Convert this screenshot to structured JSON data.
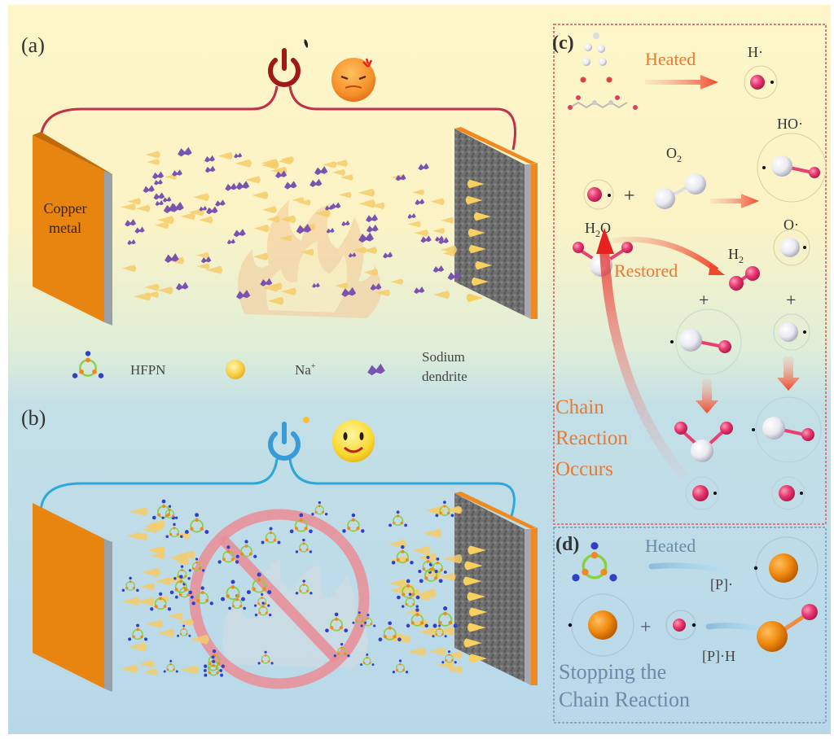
{
  "panels": {
    "a": {
      "label": "(a)",
      "electrode_left_text_line1": "Copper",
      "electrode_left_text_line2": "metal",
      "switch_color": "#a01818",
      "wire_color": "#c03048",
      "emoji": "angry-face",
      "scene": "sodium-dendrite-fire"
    },
    "b": {
      "label": "(b)",
      "switch_color": "#3a9ad6",
      "wire_color": "#2fa8d8",
      "emoji": "smiling-face",
      "scene": "hfpn-suppresses-fire"
    },
    "c": {
      "label": "(c)",
      "heated_label": "Heated",
      "restored_label": "Restored",
      "species": {
        "h_radical": "H·",
        "ho_radical": "HO·",
        "o2": "O",
        "o2_sub": "2",
        "o_radical": "O·",
        "h2o": "H",
        "h2o_sub": "2",
        "h2o_tail": "O",
        "h2": "H",
        "h2_sub": "2"
      },
      "plus": "+",
      "caption_line1": "Chain",
      "caption_line2": "Reaction",
      "caption_line3": "Occurs",
      "accent_color": "#e87a30",
      "border_color": "#e07a7a"
    },
    "d": {
      "label": "(d)",
      "heated_label": "Heated",
      "p_radical": "[P]·",
      "ph_product": "[P]·H",
      "plus": "+",
      "caption_line1": "Stopping the",
      "caption_line2": "Chain Reaction",
      "text_color": "#6a8aa8",
      "border_color": "#7a9ab8"
    }
  },
  "legend": [
    {
      "icon": "hfpn-molecule-icon",
      "label": "HFPN"
    },
    {
      "icon": "sodium-ion-icon",
      "label": "Na",
      "sup": "+"
    },
    {
      "icon": "sodium-dendrite-icon",
      "label_line1": "Sodium",
      "label_line2": "dendrite"
    }
  ]
}
